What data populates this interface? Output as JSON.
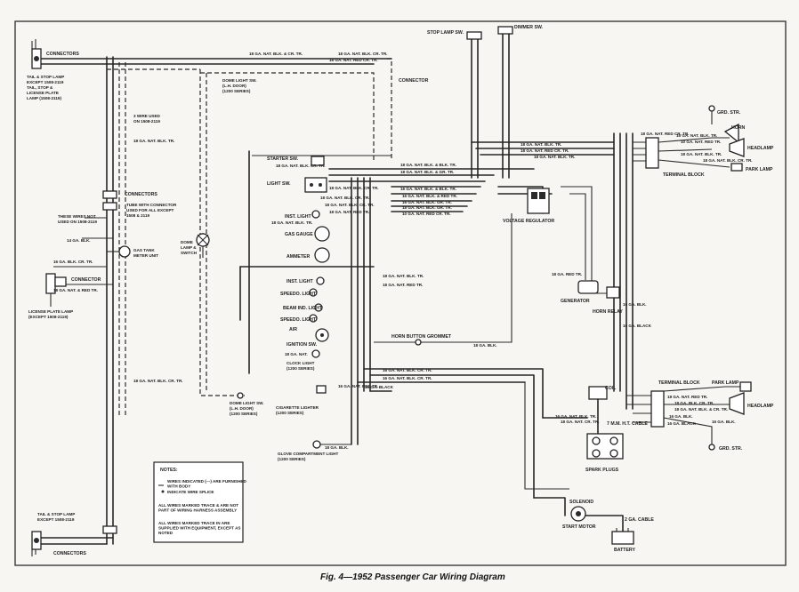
{
  "caption": "Fig. 4—1952 Passenger Car Wiring Diagram",
  "components": {
    "stop_lamp_sw": "STOP LAMP SW.",
    "dimmer_sw": "DIMMER SW.",
    "connectors_top_left": "CONNECTORS",
    "tail_stop_lamp_top": "TAIL & STOP LAMP\nEXCEPT 1508-2119\nTAIL, STOP &\nLICENSE PLATE\nLAMP (1508-2119)",
    "three_wire_used": "3 WIRE USED\nON 1508-2119",
    "connectors_mid_left": "CONNECTORS",
    "these_wires_not_used": "THESE WIRES NOT\nUSED ON 1508-2119",
    "tube_connector": "TUBE WITH CONNECTOR\nUSED FOR ALL EXCEPT\n1508 & 2119",
    "gas_tank": "GAS TANK\nMETER UNIT",
    "connector_left": "CONNECTOR",
    "license_plate_lamp": "LICENSE PLATE LAMP\n(EXCEPT 1508-2119)",
    "tail_stop_lamp_bottom": "TAIL & STOP LAMP\nEXCEPT 1508-2119",
    "connectors_bottom_left": "CONNECTORS",
    "dome_lamp_switch": "DOME\nLAMP &\nSWITCH",
    "dome_light_sw_top": "DOME LIGHT SW.\n(L.H. DOOR)\n(1200 SERIES)",
    "dome_light_sw_bottom": "DOME LIGHT SW.\n(L.H. DOOR)\n(1200 SERIES)",
    "connector_top": "CONNECTOR",
    "starter_sw": "STARTER SW.",
    "light_sw": "LIGHT SW.",
    "inst_light_upper": "INST. LIGHT",
    "gas_gauge": "GAS GAUGE",
    "ammeter": "AMMETER",
    "inst_light_lower": "INST. LIGHT",
    "speedo_light_upper": "SPEEDO. LIGHT",
    "beam_ind_light": "BEAM IND. LIGHT",
    "speedo_light_lower": "SPEEDO. LIGHT",
    "ignition_sw": "IGNITION SW.",
    "air": "AIR",
    "clock_light": "CLOCK LIGHT\n(1200 SERIES)",
    "cigarette_lighter": "CIGARETTE LIGHTER\n(1200 SERIES)",
    "glove_lamp": "GLOVE COMPARTMENT LIGHT\n(1200 SERIES)",
    "horn_button": "HORN BUTTON",
    "grommet": "GROMMET",
    "voltage_regulator": "VOLTAGE REGULATOR",
    "generator": "GENERATOR",
    "horn_relay": "HORN RELAY",
    "horn_ltr": "HORN",
    "headlamp_top": "HEADLAMP",
    "park_lamp_top": "PARK LAMP",
    "terminal_block_top": "TERMINAL BLOCK",
    "grd_str_top": "GRD. STR.",
    "coil": "COIL",
    "spark_plugs": "SPARK PLUGS",
    "solenoid": "SOLENOID",
    "start_motor": "START MOTOR",
    "battery": "BATTERY",
    "cable": "2 GA. CABLE",
    "terminal_block_bottom": "TERMINAL BLOCK",
    "park_lamp_bottom": "PARK LAMP",
    "headlamp_bottom": "HEADLAMP",
    "grd_str_bottom": "GRD. STR.",
    "high_tension": "7 M.M. H.T. CABLE"
  },
  "wire_labels": [
    "18 GA. NAT. BLK. & CR. TR.",
    "18 GA. NAT. BLK. CR. TR.",
    "18 GA. NAT. RED CR. TR.",
    "18 GA. NAT. BLK. CR. TR.",
    "18 GA. NAT. BLK. & BLK. TR.",
    "18 GA. NAT. BLK. & GR. TR.",
    "18 GA. NAT. BLK. CR. TR.",
    "16 GA. NAT. BLK. & BLK. TR.",
    "16 GA. NAT. BLK. & RED TR.",
    "16 GA. NAT. BLK. GR. TR.",
    "18 GA. NAT. BLK. GR. TR.",
    "10 GA. NAT. RED CR. TR.",
    "18 GA. NAT. BLK. CR. TR.",
    "18 GA. NAT. BLK. CR. TR.",
    "18 GA. NAT. RED TR.",
    "18 GA. NAT. BLK. TR.",
    "18 GA. NAT. RED CR. TR.",
    "16 GA. BLK. CR. TR.",
    "18 GA. NAT. & RED TR.",
    "18 GA. NAT. RED CR. TR.",
    "14 GA. BLK.",
    "18 GA. NAT.",
    "18 GA. NAT. BLK. TR.",
    "18 GA. NAT. RED TR.",
    "16 GA. BLACK",
    "18 GA. BLK.",
    "16 GA. NAT. BLK. CR. TR.",
    "18 GA. BLK.",
    "16 GA. NAT. BLK. CR. TR.",
    "18 GA. NAT. BLK. TR.",
    "16 GA. NAT. BLK. TR.",
    "10 GA. NAT. RED TR.",
    "18 GA. NAT. BLK. TR.",
    "18 GA. NAT. BLK. CR. TR.",
    "18 GA. NAT. RED TR.",
    "18 GA. BLK. CR. TR.",
    "18 GA. NAT. BLK. & CR. TR.",
    "16 GA. NAT. BLK. TR.",
    "16 GA. BLK.",
    "16 GA. BLK.",
    "16 GA. BLACK",
    "16 GA. NAT. RED TR.",
    "18 GA. NAT. CR. TR.",
    "16 GA. BLK.",
    "18 GA. NAT. BLK. TR.",
    "18 GA. RED TR.",
    "16 GA. BLACK",
    "18 GA. NAT. BLK. TR.",
    "18 GA. NAT. BLK. CR. TR."
  ],
  "notes": {
    "title": "NOTES:",
    "items": [
      "WIRES INDICATED (---) ARE FURNISHED WITH BODY",
      "INDICATE WIRE SPLICE",
      "ALL WIRES MARKED TRACE & ARE NOT PART OF WIRING HARNESS ASSEMBLY",
      "ALL WIRES MARKED TRACE IN ARE SUPPLIED WITH EQUIPMENT, EXCEPT AS NOTED"
    ]
  }
}
